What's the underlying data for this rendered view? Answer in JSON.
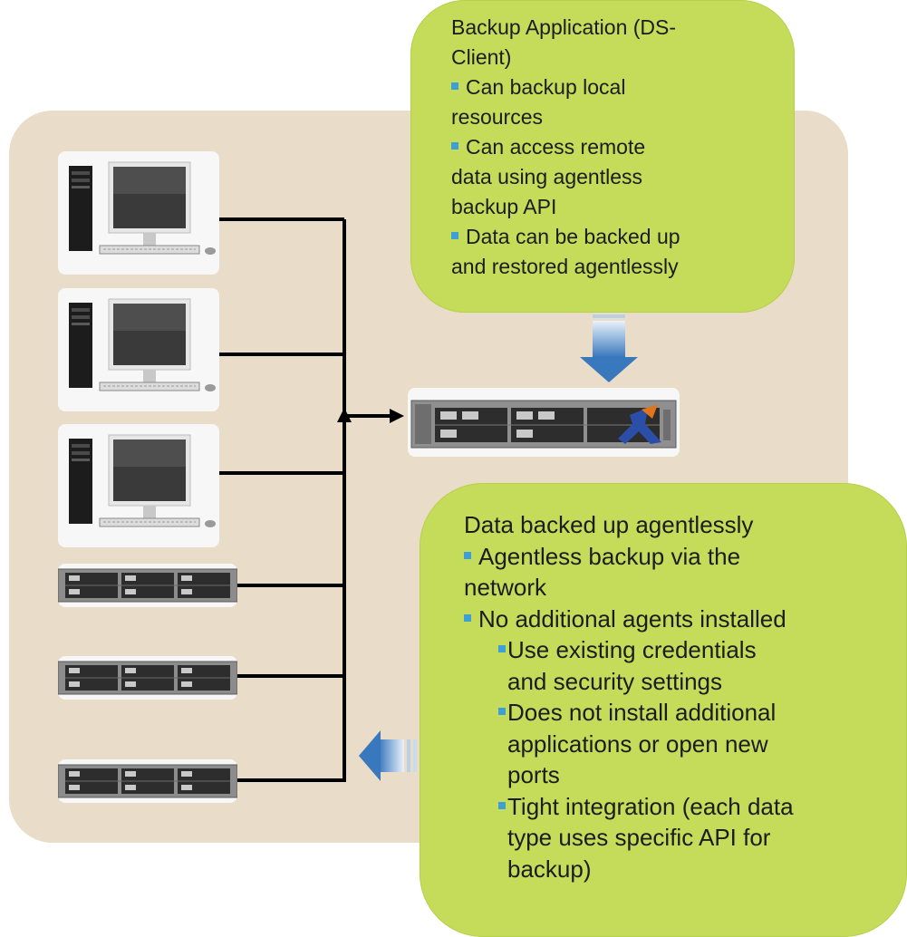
{
  "diagram": {
    "callout_top": {
      "heading_lines": [
        "Backup Application (DS-",
        "Client)"
      ],
      "bullets": [
        {
          "lines": [
            "Can backup local",
            "resources"
          ]
        },
        {
          "lines": [
            "Can access remote",
            "data using agentless",
            "backup API"
          ]
        },
        {
          "lines": [
            "Data can be backed up",
            "and restored agentlessly"
          ]
        }
      ]
    },
    "callout_bottom": {
      "heading": "Data backed up agentlessly",
      "bullets": [
        {
          "lines": [
            "Agentless backup via the",
            "network"
          ],
          "level": 1
        },
        {
          "lines": [
            "No additional agents installed"
          ],
          "level": 1
        },
        {
          "lines": [
            "Use existing credentials",
            "and security settings"
          ],
          "level": 2
        },
        {
          "lines": [
            "Does not install additional",
            "applications or open new",
            "ports"
          ],
          "level": 2
        },
        {
          "lines": [
            "Tight integration (each data",
            "type uses specific API for",
            "backup)"
          ],
          "level": 2
        }
      ]
    },
    "icons": {
      "workstation": "desktop-workstation-icon",
      "rack_server": "rack-server-icon",
      "ds_client_server": "ds-client-server-icon",
      "arrow": "arrow-icon"
    },
    "colors": {
      "panel": "#e9dcc8",
      "callout": "#c4dc5a",
      "bullet": "#3d9fd6",
      "arrow": "#3f7fbf",
      "connector": "#000000"
    }
  }
}
